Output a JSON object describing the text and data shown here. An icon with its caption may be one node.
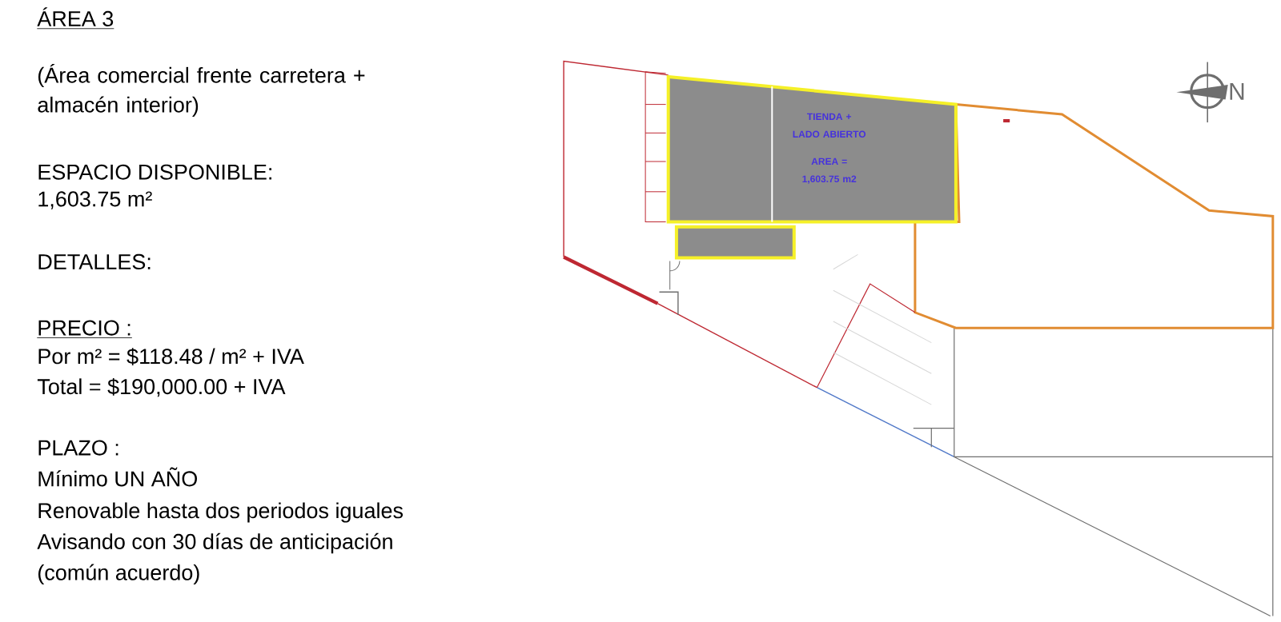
{
  "diagram": {
    "title": "ÁREA 3",
    "nodes": [
      {
        "text": [
          "TIENDA + LADO ABIERTO",
          "AREA = 1,603.75 m2"
        ]
      }
    ],
    "labels": [
      "(Área comercial frente carretera + almacén interior)",
      "ESPACIO DISPONIBLE:",
      "1,603.75 m²",
      "DETALLES:",
      "PRECIO :",
      "Por m² = $118.48 / m² + IVA",
      "Total = $190,000.00 + IVA",
      "PLAZO :",
      "Mínimo UN AÑO",
      "Renovable hasta dos periodos iguales",
      "Avisando con 30 días de anticipación",
      "(común acuerdo)",
      "N"
    ]
  }
}
